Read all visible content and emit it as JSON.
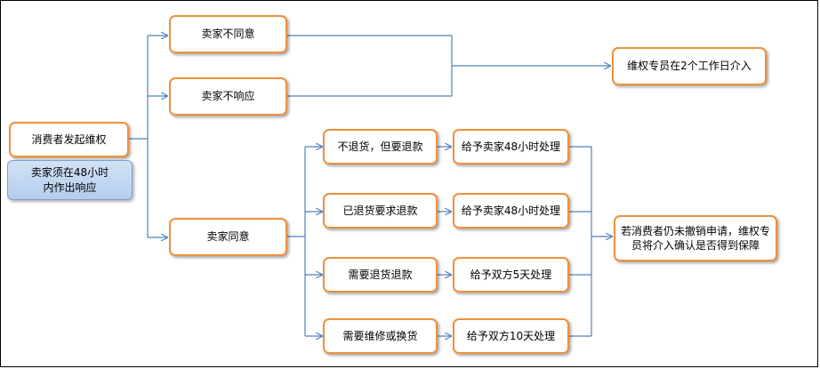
{
  "diagram": {
    "nodes": {
      "start": "消费者发起维权",
      "start_note": "卖家须在48小时内作出响应",
      "seller_disagree": "卖家不同意",
      "seller_no_response": "卖家不响应",
      "seller_agree": "卖家同意",
      "specialist_2days": "维权专员在2个工作日介入",
      "no_return_refund": "不退货，但要退款",
      "returned_refund": "已退货要求退款",
      "need_return_refund": "需要退货退款",
      "need_repair_exchange": "需要维修或换货",
      "seller_48h_a": "给予卖家48小时处理",
      "seller_48h_b": "给予卖家48小时处理",
      "both_5days": "给予双方5天处理",
      "both_10days": "给予双方10天处理",
      "final_note": "若消费者仍未撤销申请，维权专员将介入确认是否得到保障"
    }
  },
  "colors": {
    "box_border": "#f0903c",
    "note_fill": "#c6d9f2",
    "line": "#4f81bd"
  }
}
